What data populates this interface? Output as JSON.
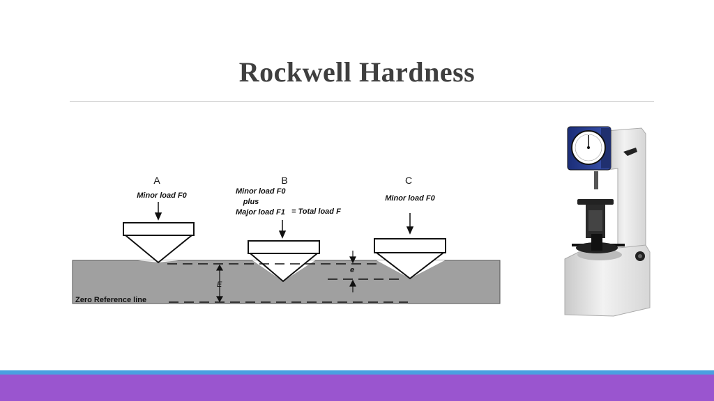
{
  "slide": {
    "title": "Rockwell Hardness",
    "colors": {
      "title": "#3f3f3f",
      "specimen": "#a0a0a0",
      "accent_band": "#4aa0e0",
      "footer_band": "#9a55cf"
    }
  },
  "diagram": {
    "stages": [
      {
        "letter": "A",
        "caption": [
          "Minor load F0"
        ]
      },
      {
        "letter": "B",
        "caption": [
          "Minor load F0",
          "plus",
          "Major load F1"
        ],
        "total": "= Total load F"
      },
      {
        "letter": "C",
        "caption": [
          "Minor load F0"
        ]
      }
    ],
    "dimension_E": "E",
    "dimension_e": "e",
    "reference_label": "Zero Reference line"
  },
  "figure": {
    "icon": "rockwell-hardness-tester-icon"
  }
}
